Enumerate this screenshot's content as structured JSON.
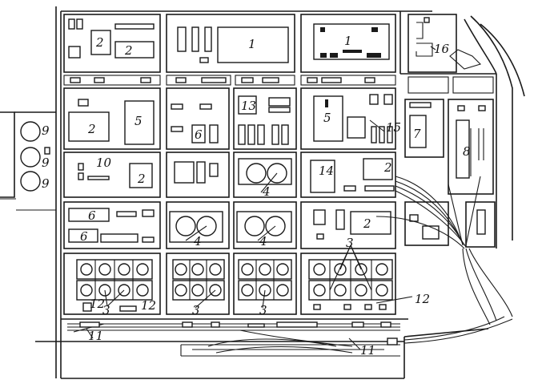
{
  "labels": {
    "l1": "1",
    "l2": "2",
    "l3": "3",
    "l4": "4",
    "l5": "5",
    "l6": "6",
    "l7": "7",
    "l8": "8",
    "l9": "9",
    "l10": "10",
    "l11": "11",
    "l12": "12",
    "l13": "13",
    "l14": "14",
    "l15": "15",
    "l16": "16"
  },
  "colors": {
    "ink": "#1a1a1a",
    "paper": "#ffffff"
  }
}
